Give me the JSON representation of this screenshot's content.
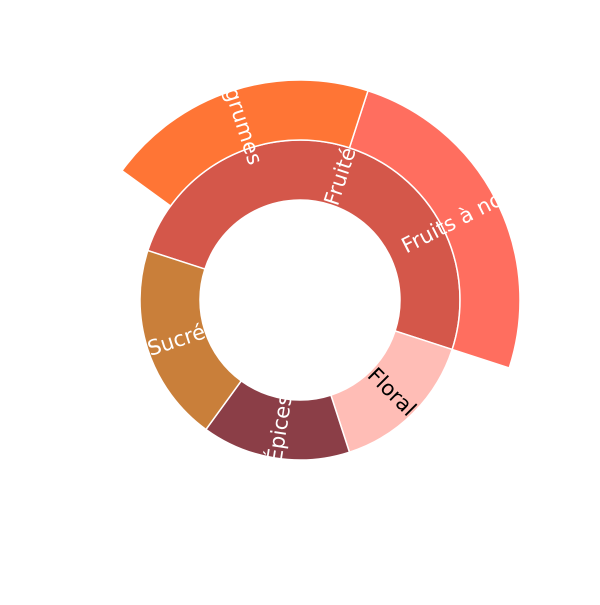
{
  "chart_data": {
    "type": "sunburst",
    "title": "",
    "inner_ring": [
      {
        "label": "Fruité",
        "value": 50,
        "color": "#D4574A",
        "text_color": "#ffffff"
      },
      {
        "label": "Floral",
        "value": 15,
        "color": "#FFBDB6",
        "text_color": "#000000"
      },
      {
        "label": "Épices",
        "value": 15,
        "color": "#8B3E47",
        "text_color": "#ffffff"
      },
      {
        "label": "Sucré",
        "value": 20,
        "color": "#C97F3A",
        "text_color": "#ffffff"
      }
    ],
    "outer_ring": [
      {
        "label": "Fruits à noyau",
        "parent": "Fruité",
        "value": 25,
        "color": "#FF6E5F",
        "text_color": "#ffffff"
      },
      {
        "label": "Agrumes",
        "parent": "Fruité",
        "value": 20,
        "color": "#FF7535",
        "text_color": "#ffffff"
      }
    ]
  }
}
